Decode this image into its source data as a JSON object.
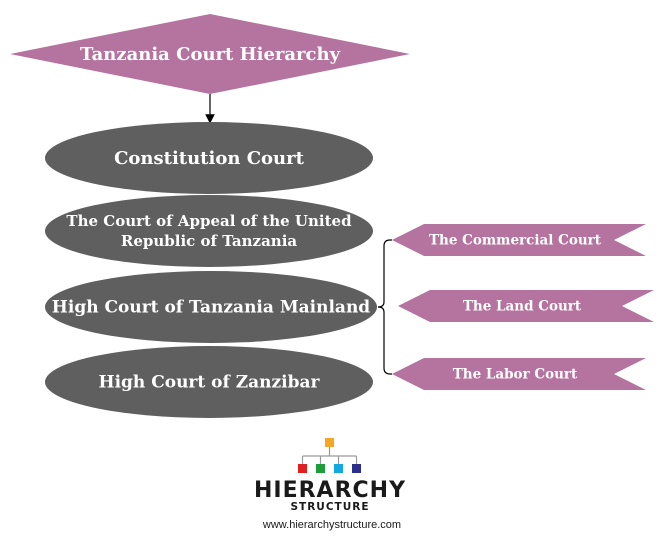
{
  "diagram": {
    "title": "Tanzania Court Hierarchy",
    "courts": [
      {
        "lines": [
          "Constitution Court"
        ]
      },
      {
        "lines": [
          "The Court of Appeal of the United",
          "Republic of Tanzania"
        ]
      },
      {
        "lines": [
          "High Court of Tanzania Mainland"
        ]
      },
      {
        "lines": [
          "High Court of Zanzibar"
        ]
      }
    ],
    "divisions": [
      {
        "label": "The Commercial Court"
      },
      {
        "label": "The Land Court"
      },
      {
        "label": "The Labor Court"
      }
    ]
  },
  "brand": {
    "name": "HIERARCHY",
    "tagline": "STRUCTURE",
    "url": "www.hierarchystructure.com"
  },
  "colors": {
    "title_fill": "#b5739f",
    "court_fill": "#5f5f5f",
    "division_fill": "#b5739f",
    "connector": "#000000",
    "logo_top": "#f5a623",
    "logo_red": "#e02020",
    "logo_green": "#1e9e3a",
    "logo_cyan": "#12a9e0",
    "logo_navy": "#2b2f8a"
  }
}
